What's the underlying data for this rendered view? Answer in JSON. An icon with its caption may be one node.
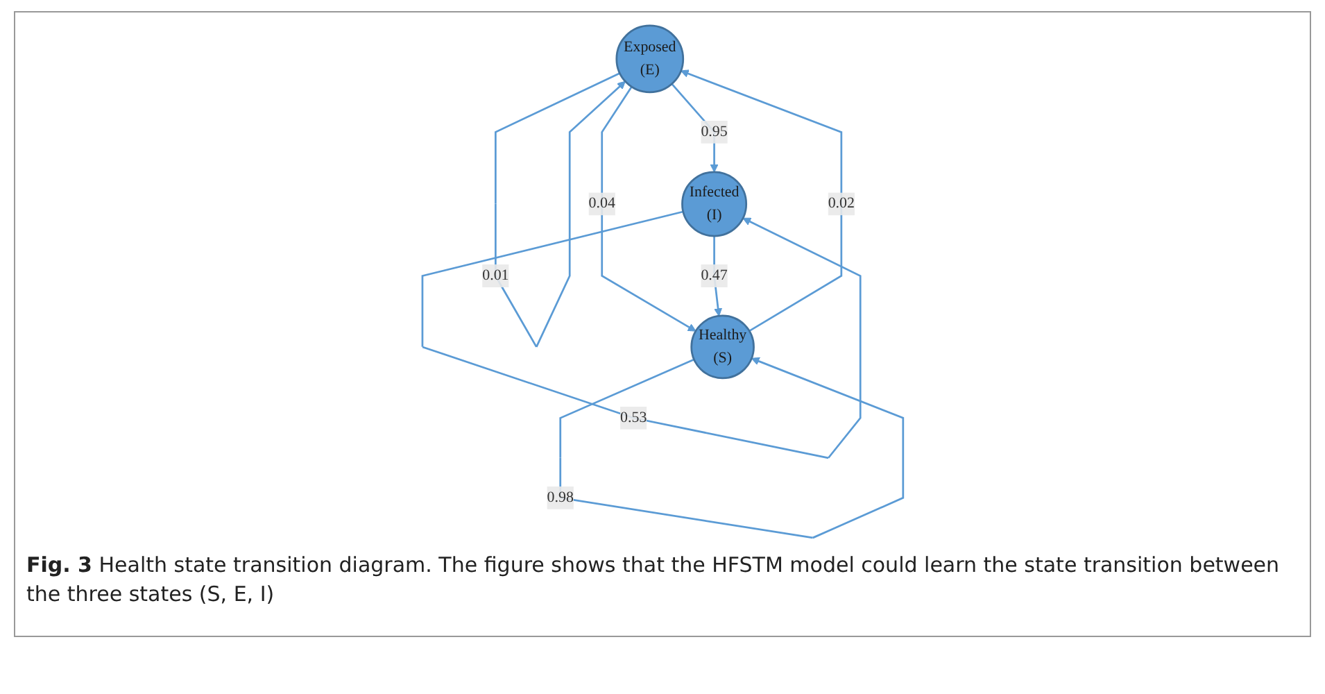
{
  "diagram": {
    "caption": "**Fig. 3** Health state transition diagram. The figure shows that the HFSTM model could learn the state transition between the three states (S, E, I)",
    "nodes": [
      {
        "text": [
          "Exposed",
          "(E)"
        ]
      },
      {
        "text": [
          "Healthy",
          "(S)"
        ]
      },
      {
        "text": [
          "Infected",
          "(I)"
        ]
      }
    ],
    "edges": [
      {
        "from": 0,
        "to": 0,
        "arrow": "to",
        "label": "0.01"
      },
      {
        "from": 0,
        "to": 1,
        "arrow": "to",
        "label": "0.04"
      },
      {
        "from": 1,
        "to": 0,
        "arrow": "to",
        "label": "0.02"
      },
      {
        "from": 0,
        "to": 2,
        "arrow": "to",
        "label": "0.95"
      },
      {
        "from": 2,
        "to": 1,
        "arrow": "to",
        "label": "0.47"
      },
      {
        "from": 1,
        "to": 1,
        "arrow": "to",
        "label": "0.98"
      },
      {
        "from": 2,
        "to": 2,
        "arrow": "to",
        "label": "0.53"
      }
    ]
  }
}
